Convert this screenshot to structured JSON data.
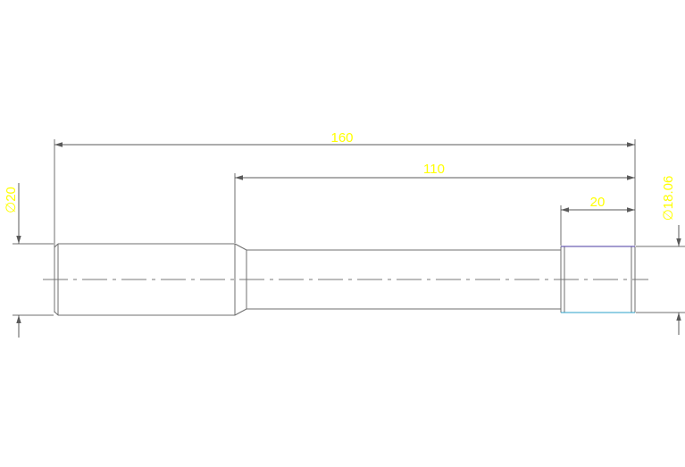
{
  "drawing": {
    "colors": {
      "background": "#ffffff",
      "lines": "#6f6f6f",
      "dimension_text": "#ffff00",
      "thread_top": "#4a3aa0",
      "thread_bottom": "#2aa0c8"
    },
    "dimensions": {
      "overall_length": "160",
      "reduced_length": "110",
      "thread_length": "20",
      "left_diameter": "∅20",
      "right_diameter": "∅18.06"
    }
  }
}
